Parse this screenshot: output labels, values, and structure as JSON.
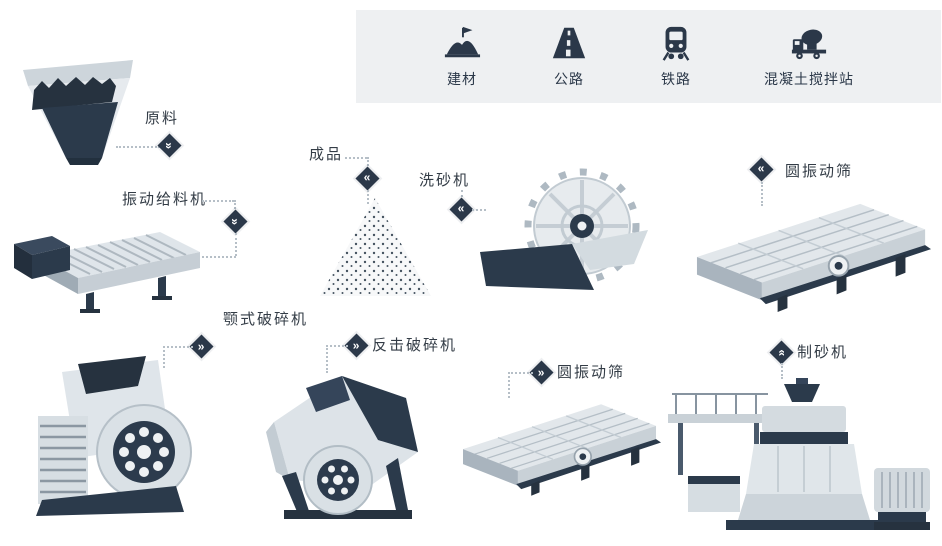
{
  "legend": {
    "items": [
      {
        "label": "建材",
        "icon": "building-materials-icon"
      },
      {
        "label": "公路",
        "icon": "highway-icon"
      },
      {
        "label": "铁路",
        "icon": "railway-icon"
      },
      {
        "label": "混凝土搅拌站",
        "icon": "concrete-mixing-station-icon"
      }
    ]
  },
  "marker_glyph": "»",
  "nodes": {
    "raw_material": {
      "label": "原料"
    },
    "vibrating_feeder": {
      "label": "振动给料机"
    },
    "finished_product": {
      "label": "成品"
    },
    "sand_washer": {
      "label": "洗砂机"
    },
    "vibrating_screen_top": {
      "label": "圆振动筛"
    },
    "jaw_crusher": {
      "label": "颚式破碎机"
    },
    "impact_crusher": {
      "label": "反击破碎机"
    },
    "vibrating_screen_bottom": {
      "label": "圆振动筛"
    },
    "sand_maker": {
      "label": "制砂机"
    }
  },
  "colors": {
    "dark_navy": "#2b3849",
    "light_gray": "#e0e6ea",
    "legend_bg": "#eef0f2",
    "dotted_line": "#b6bfc7"
  }
}
